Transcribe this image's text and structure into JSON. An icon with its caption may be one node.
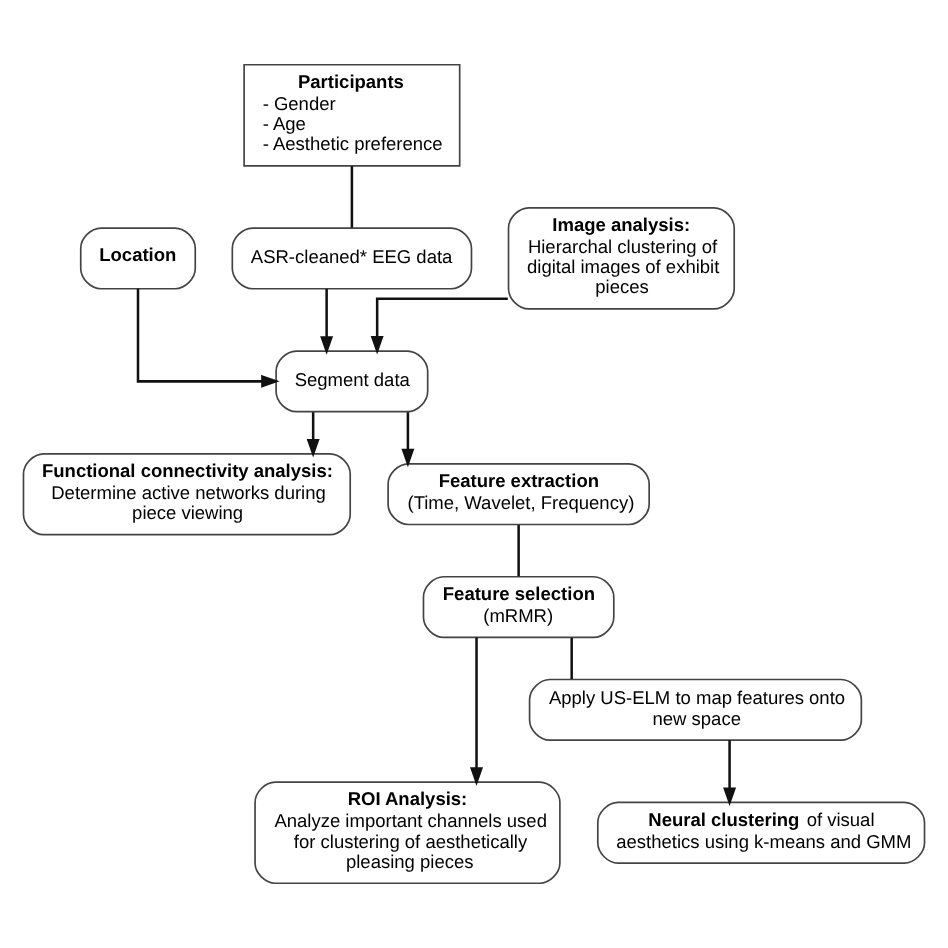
{
  "diagram": {
    "nodes": [
      {
        "text": [
          "Participants",
          "- Gender",
          "- Age",
          "- Aesthetic preference"
        ]
      },
      {
        "text": [
          "Location"
        ]
      },
      {
        "text": [
          "ASR-cleaned* EEG data"
        ]
      },
      {
        "text": [
          "Image analysis:",
          "Hierarchal clustering of digital images of exhibit pieces"
        ]
      },
      {
        "text": [
          "Segment data"
        ]
      },
      {
        "text": [
          "Functional connectivity analysis:",
          "Determine active networks during piece viewing"
        ]
      },
      {
        "text": [
          "Feature extraction",
          "(Time, Wavelet, Frequency)"
        ]
      },
      {
        "text": [
          "Feature selection",
          "(mRMR)"
        ]
      },
      {
        "text": [
          "ROI Analysis:",
          "Analyze important channels used for clustering of aesthetically pleasing pieces"
        ]
      },
      {
        "text": [
          "Apply US-ELM to map features onto new space"
        ]
      },
      {
        "text": [
          "**Neural clustering** of visual aesthetics using k-means and GMM"
        ]
      }
    ],
    "edges": [
      {
        "from": 0,
        "to": 2,
        "arrow": "none"
      },
      {
        "from": 2,
        "to": 4,
        "arrow": "to"
      },
      {
        "from": 1,
        "to": 4,
        "arrow": "to"
      },
      {
        "from": 3,
        "to": 4,
        "arrow": "to"
      },
      {
        "from": 4,
        "to": 5,
        "arrow": "to"
      },
      {
        "from": 4,
        "to": 6,
        "arrow": "to"
      },
      {
        "from": 6,
        "to": 7,
        "arrow": "none"
      },
      {
        "from": 7,
        "to": 8,
        "arrow": "to"
      },
      {
        "from": 7,
        "to": 9,
        "arrow": "none"
      },
      {
        "from": 9,
        "to": 10,
        "arrow": "to"
      }
    ]
  }
}
